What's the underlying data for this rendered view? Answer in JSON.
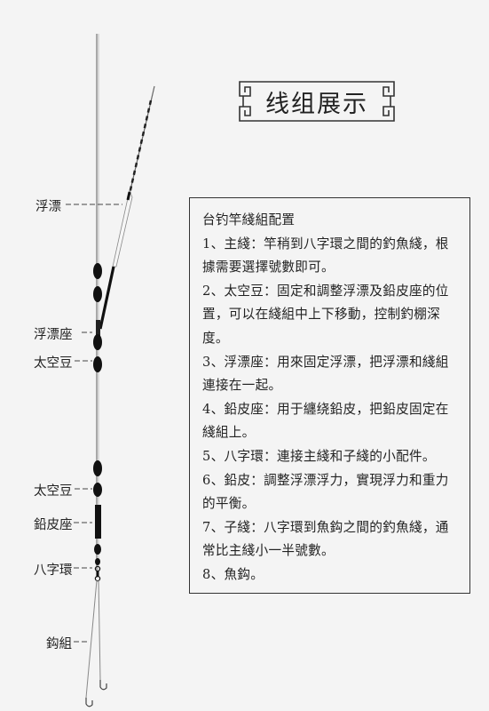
{
  "title": "线组展示",
  "info": {
    "heading": "台钓竿綫組配置",
    "items": [
      "1、主綫：竿稍到八字環之間的釣魚綫，根據需要選擇號數即可。",
      "2、太空豆：固定和調整浮漂及鉛皮座的位置，可以在綫組中上下移動，控制釣棚深度。",
      "3、浮漂座：用來固定浮漂，把浮漂和綫組連接在一起。",
      "4、鉛皮座：用于纏绕鉛皮，把鉛皮固定在綫組上。",
      "5、八字環：連接主綫和子綫的小配件。",
      "6、鉛皮：調整浮漂浮力，實現浮力和重力的平衡。",
      "7、子綫：八字環到魚鈎之間的釣魚綫，通常比主綫小一半號數。",
      "8、魚鈎。"
    ]
  },
  "labels": {
    "float": "浮漂",
    "float_seat": "浮漂座",
    "space_bean_top": "太空豆",
    "space_bean_bottom": "太空豆",
    "sinker_seat": "鉛皮座",
    "swivel": "八字環",
    "hook_set": "鈎組"
  }
}
